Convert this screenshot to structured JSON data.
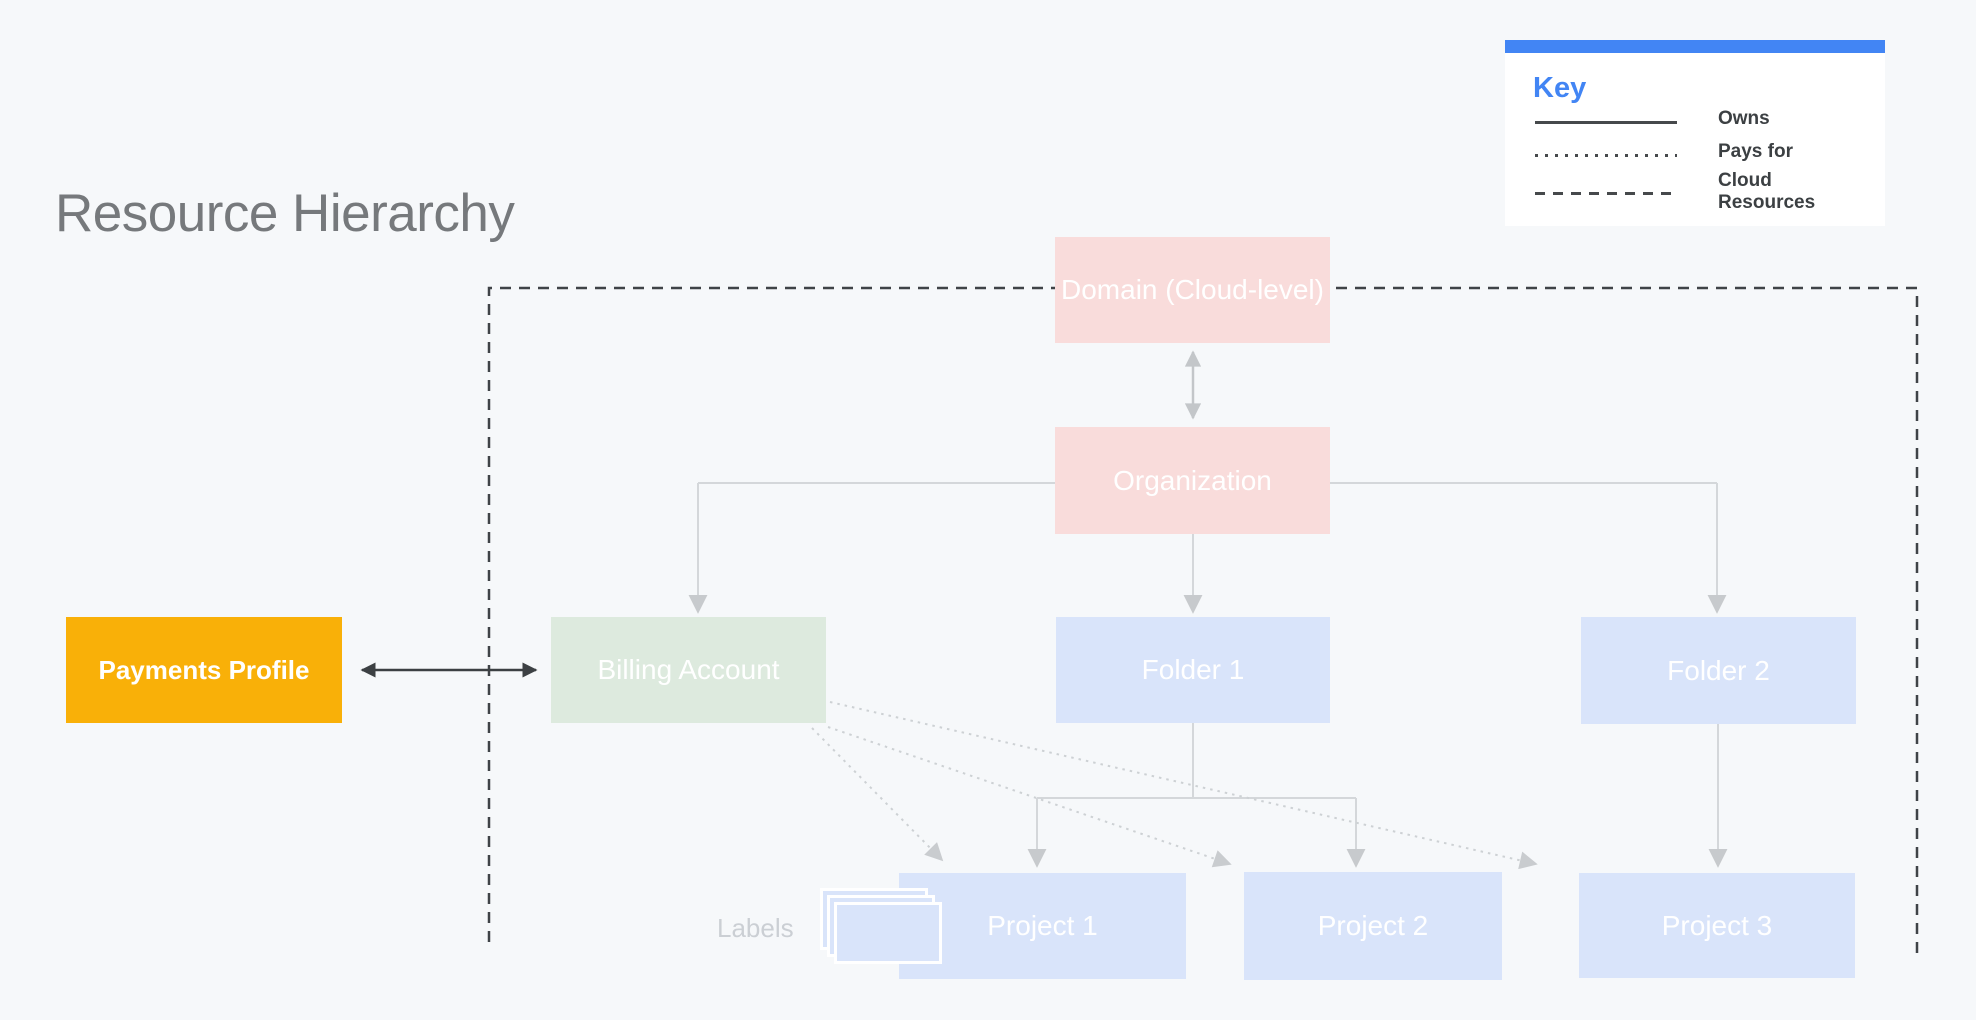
{
  "title": "Resource Hierarchy",
  "key": {
    "title": "Key",
    "items": [
      {
        "line_style": "solid",
        "label": "Owns"
      },
      {
        "line_style": "dotted",
        "label": "Pays for"
      },
      {
        "line_style": "dashed",
        "label": "Cloud Resources"
      }
    ]
  },
  "nodes": {
    "domain": {
      "label": "Domain (Cloud-level)"
    },
    "organization": {
      "label": "Organization"
    },
    "billing_account": {
      "label": "Billing Account"
    },
    "folder_1": {
      "label": "Folder 1"
    },
    "folder_2": {
      "label": "Folder 2"
    },
    "project_1": {
      "label": "Project 1"
    },
    "project_2": {
      "label": "Project 2"
    },
    "project_3": {
      "label": "Project 3"
    },
    "payments_profile": {
      "label": "Payments Profile"
    }
  },
  "annotations": {
    "labels_caption": "Labels"
  },
  "relationships": [
    {
      "from": "payments_profile",
      "to": "billing_account",
      "style": "solid-dark",
      "bidirectional": true
    },
    {
      "from": "domain",
      "to": "organization",
      "style": "solid-gray",
      "bidirectional": true
    },
    {
      "from": "organization",
      "to": "billing_account",
      "style": "owns"
    },
    {
      "from": "organization",
      "to": "folder_1",
      "style": "owns"
    },
    {
      "from": "organization",
      "to": "folder_2",
      "style": "owns"
    },
    {
      "from": "folder_1",
      "to": "project_1",
      "style": "owns"
    },
    {
      "from": "folder_1",
      "to": "project_2",
      "style": "owns"
    },
    {
      "from": "folder_2",
      "to": "project_3",
      "style": "owns"
    },
    {
      "from": "billing_account",
      "to": "project_1",
      "style": "pays-for"
    },
    {
      "from": "billing_account",
      "to": "project_2",
      "style": "pays-for"
    },
    {
      "from": "billing_account",
      "to": "project_3",
      "style": "pays-for"
    },
    {
      "boundary": "cloud-resources",
      "style": "dashed",
      "encloses": [
        "domain",
        "organization",
        "billing_account",
        "folder_1",
        "folder_2",
        "project_1",
        "project_2",
        "project_3"
      ]
    }
  ],
  "colors": {
    "background": "#F6F8FA",
    "domain_org_fill": "#F9DCDB",
    "billing_fill": "#DDEADE",
    "folder_project_fill": "#D9E4FA",
    "payments_fill": "#F9B008",
    "node_text": "#FFFFFF",
    "title_text": "#76797C",
    "key_accent": "#4285F4",
    "dark_line": "#3F4347",
    "light_line": "#D4D7DA",
    "mid_gray_line": "#C3C6C9",
    "labels_caption_text": "#CBCFD4"
  }
}
